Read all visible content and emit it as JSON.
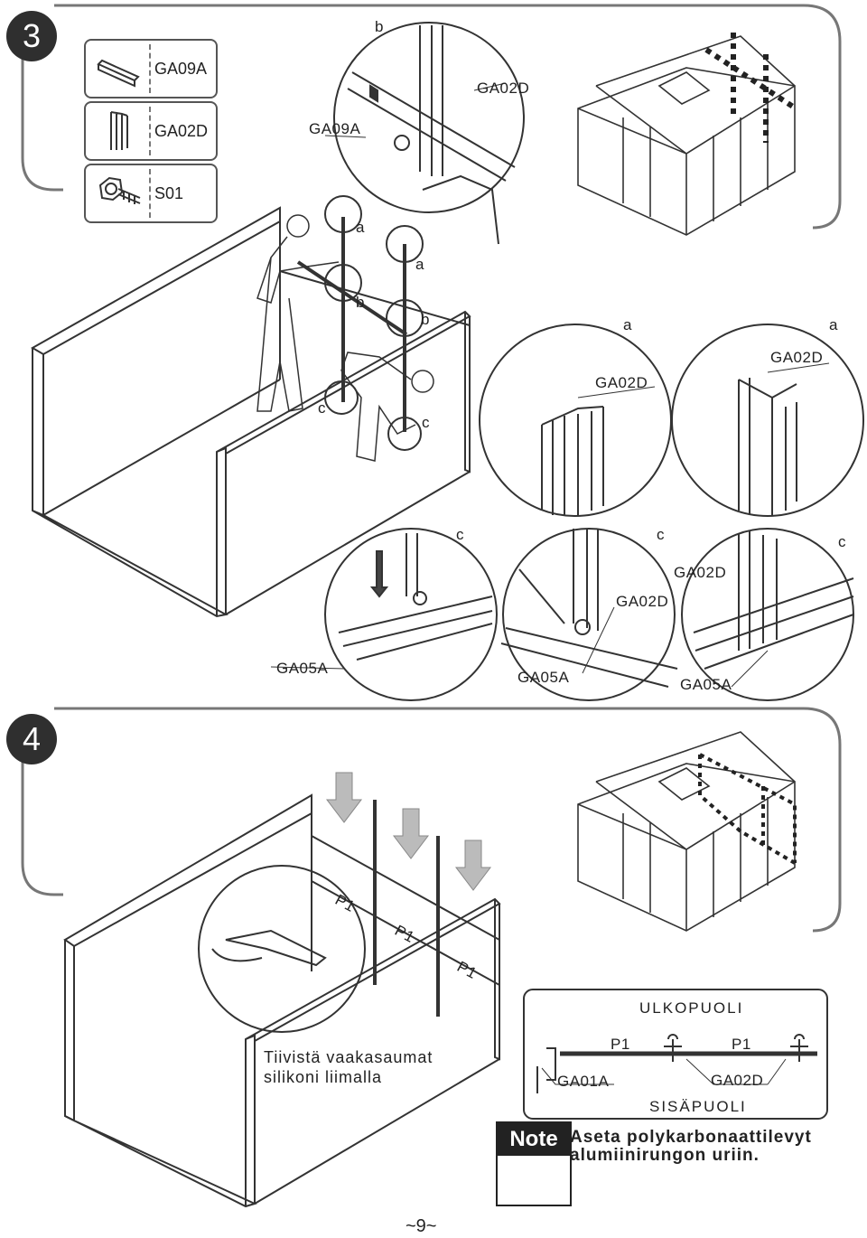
{
  "step3": {
    "number": "3",
    "parts": [
      {
        "code": "GA09A",
        "icon": "profile-bar-icon"
      },
      {
        "code": "GA02D",
        "icon": "double-profile-icon"
      },
      {
        "code": "S01",
        "icon": "bolt-nut-icon"
      }
    ],
    "callouts": {
      "b_top": "b",
      "ga02d_top": "GA02D",
      "ga09a_top": "GA09A",
      "a1": "a",
      "a2": "a",
      "b1": "b",
      "b2": "b",
      "c1": "c",
      "c2": "c",
      "detail_a1_letter": "a",
      "detail_a1_code": "GA02D",
      "detail_a2_letter": "a",
      "detail_a2_code": "GA02D",
      "detail_c1_letter": "c",
      "detail_c1_code": "GA05A",
      "detail_c2_letter": "c",
      "detail_c2_code": "GA02D",
      "detail_c2_code2": "GA05A",
      "detail_c3_letter": "c",
      "detail_c3_code": "GA02D",
      "detail_c3_code2": "GA05A"
    }
  },
  "step4": {
    "number": "4",
    "panel_labels": [
      "P1",
      "P1",
      "P1"
    ],
    "caption_line1": "Tiivistä vaakasaumat",
    "caption_line2": "silikoni liimalla",
    "section": {
      "outside": "ULKOPUOLI",
      "inside": "SISÄPUOLI",
      "p1_left": "P1",
      "p1_right": "P1",
      "ga01a": "GA01A",
      "ga02d": "GA02D"
    },
    "note_label": "Note",
    "note_line1": "Aseta polykarbonaattilevyt",
    "note_line2": "alumiinirungon uriin."
  },
  "page_number": "~9~"
}
